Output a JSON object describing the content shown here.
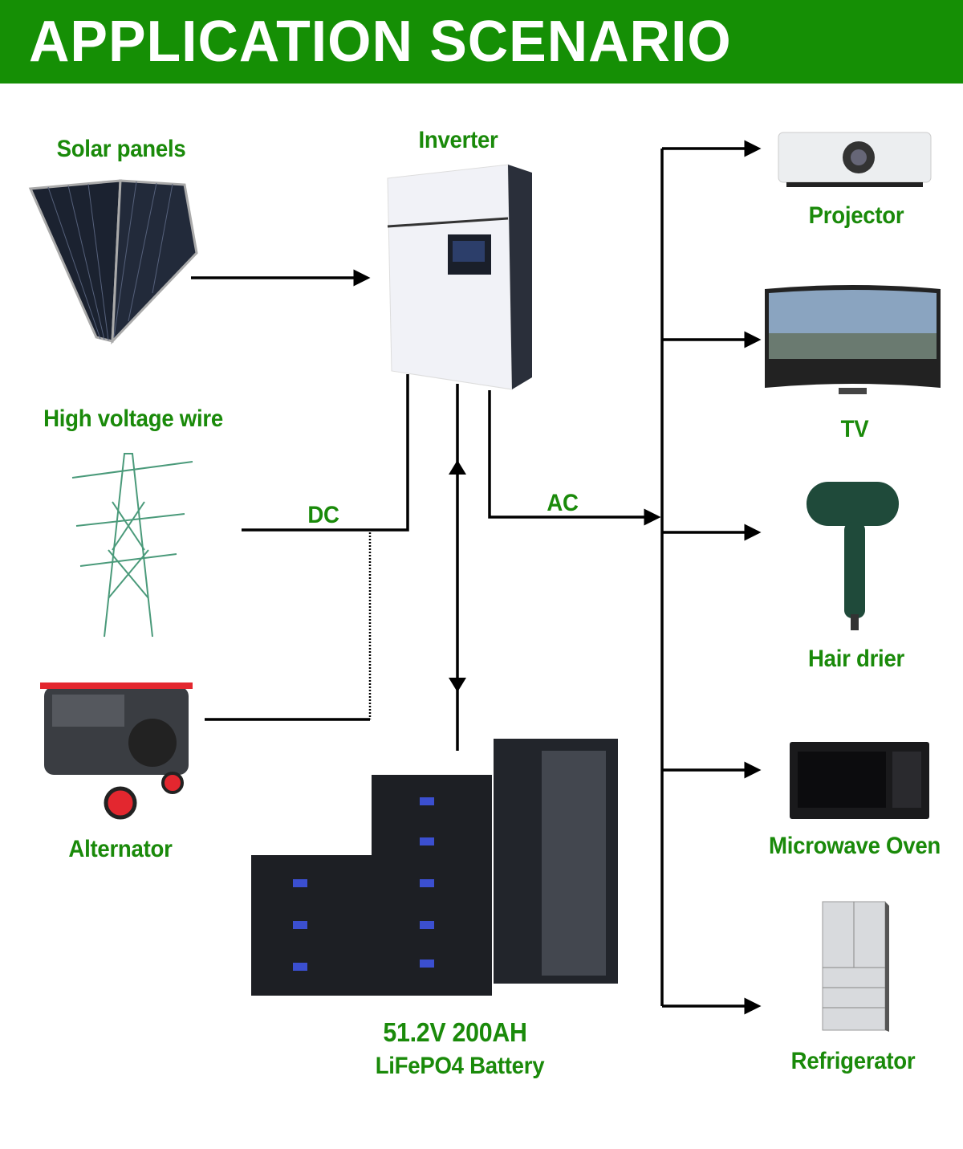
{
  "header": {
    "title": "APPLICATION SCENARIO"
  },
  "sources": {
    "solar": "Solar panels",
    "grid": "High voltage wire",
    "alternator": "Alternator"
  },
  "inverter": {
    "label": "Inverter"
  },
  "connections": {
    "dc": "DC",
    "ac": "AC"
  },
  "battery": {
    "line1": "51.2V 200AH",
    "line2": "LiFePO4 Battery"
  },
  "loads": {
    "projector": "Projector",
    "tv": "TV",
    "hair_drier": "Hair drier",
    "microwave": "Microwave Oven",
    "refrigerator": "Refrigerator"
  },
  "colors": {
    "header_bg": "#158f05",
    "label_text": "#1a8a0a",
    "line": "#000000"
  }
}
